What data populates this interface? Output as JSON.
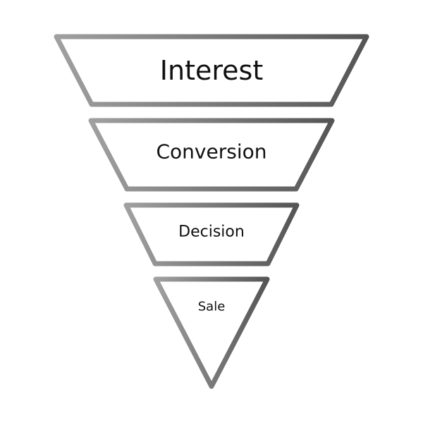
{
  "funnel": {
    "stages": [
      {
        "label": "Interest"
      },
      {
        "label": "Conversion"
      },
      {
        "label": "Decision"
      },
      {
        "label": "Sale"
      }
    ]
  },
  "colors": {
    "stroke_light": "#a0a0a0",
    "stroke_dark": "#555555",
    "text": "#111111",
    "background": "#ffffff"
  }
}
